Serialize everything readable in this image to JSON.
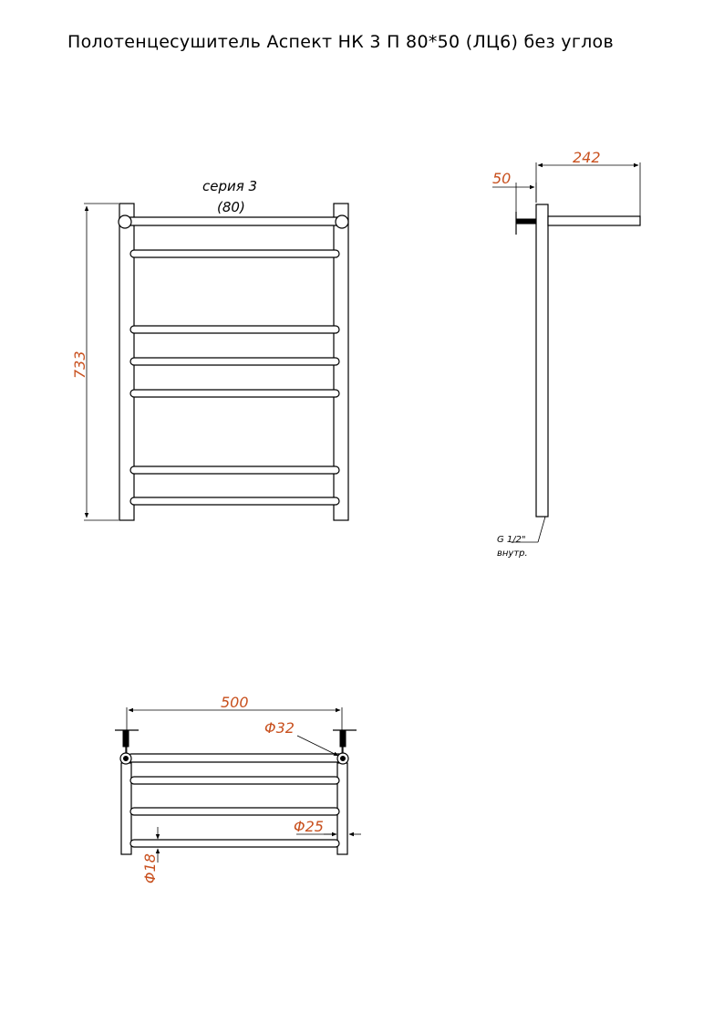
{
  "title": "Полотенцесушитель Аспект НК 3 П 80*50 (ЛЦ6)  без углов",
  "front_view": {
    "series_label": "серия 3",
    "spacing_label": "(80)",
    "height_dim": "733"
  },
  "side_view": {
    "depth_dim": "242",
    "wall_offset_dim": "50",
    "thread_label": "G 1/2\"",
    "thread_note": "внутр."
  },
  "top_view": {
    "width_dim": "500",
    "collector_dia": "Φ32",
    "rung_dia": "Φ25",
    "pipe_dia": "Φ18"
  },
  "colors": {
    "dimension": "#c8501e",
    "line": "#000000"
  }
}
